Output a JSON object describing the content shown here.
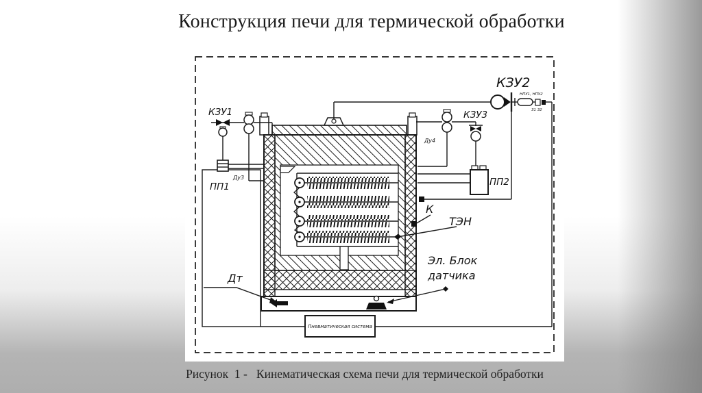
{
  "slide": {
    "title": "Конструкция печи для термической обработки",
    "caption": "Рисунок  1 -   Кинематическая схема печи для термической обработки"
  },
  "diagram": {
    "labels": {
      "kzu1": "КЗУ1",
      "kzu2": "КЗУ2",
      "kzu3": "КЗУ3",
      "pp1": "ПП1",
      "pp2": "ПП2",
      "du3": "Ду3",
      "du4": "Ду4",
      "k": "К",
      "ten": "ТЭН",
      "el_block_line1": "Эл. Блок",
      "el_block_line2": "датчика",
      "dt": "Дт",
      "pneumatic_box": "Пневматическая система",
      "npu": "НПУ1, НПУ2",
      "z1z2": "З1 З2"
    },
    "colors": {
      "line": "#1a1a1a",
      "sheet": "#ffffff",
      "page_gray": "#b3b3b3"
    }
  }
}
